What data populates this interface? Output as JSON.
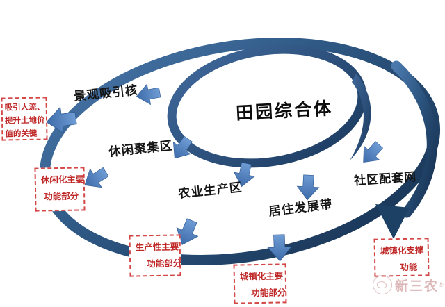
{
  "title": {
    "text": "田园综合体"
  },
  "ring_labels": [
    {
      "id": "landscape-core",
      "text": "景观吸引核"
    },
    {
      "id": "leisure-cluster",
      "text": "休闲聚集区"
    },
    {
      "id": "agriculture-zone",
      "text": "农业生产区"
    },
    {
      "id": "residential-belt",
      "text": "居住发展带"
    },
    {
      "id": "community-network",
      "text": "社区配套网"
    }
  ],
  "callout_boxes": [
    {
      "id": "attract-key",
      "lines": [
        "吸引人流、",
        "提升土地价",
        "值的关键"
      ]
    },
    {
      "id": "leisure-function",
      "lines": [
        "休闲化主要",
        "功能部分"
      ]
    },
    {
      "id": "production-function",
      "lines": [
        "生产性主要",
        "功能部分"
      ]
    },
    {
      "id": "urbanization-main",
      "lines": [
        "城镇化主要",
        "功能部分"
      ]
    },
    {
      "id": "urbanization-support",
      "lines": [
        "城镇化支撑",
        "功能"
      ]
    }
  ],
  "watermark": {
    "brand": "新三农",
    "reg": "®"
  },
  "icons": {
    "spiral-ring": "two nested tilted ellipse loops, dark navy, clockwise flow",
    "ribbon-arrow": "small folded blue arrow",
    "ring-arrowhead": "dark navy triangular spiral end",
    "brand-logo": "outlined chick in circle"
  },
  "colors": {
    "ring_light": "#4a78ac",
    "ring_mid": "#2c5580",
    "ring_dark": "#16304f",
    "arrow_light": "#6f9cd4",
    "arrow_dark": "#3d6ba9",
    "callout_border": "#d34747",
    "callout_text": "#bf2727",
    "label_text": "#151515",
    "watermark": "#c07f7f"
  }
}
